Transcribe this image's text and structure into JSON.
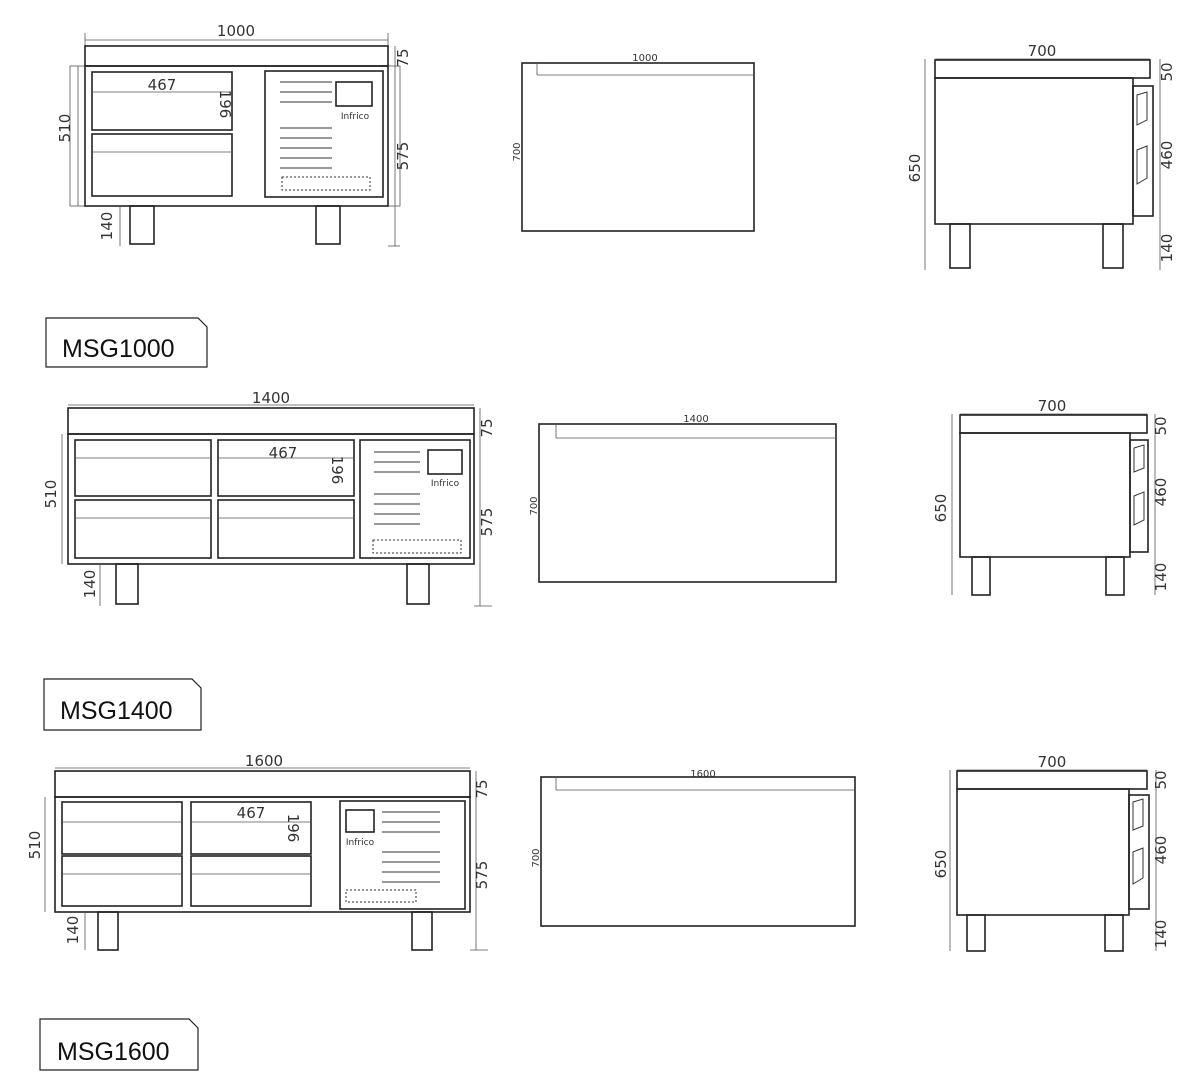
{
  "models": [
    {
      "name": "MSG1000",
      "front": {
        "width": "1000",
        "top_h": "75",
        "drawer_w": "467",
        "drawer_h": "196",
        "total_h": "510",
        "body_h": "575",
        "leg_h": "140",
        "brand": "Infrico"
      },
      "top": {
        "width": "1000",
        "depth": "700"
      },
      "side": {
        "depth": "700",
        "top_h": "50",
        "drawer_h": "460",
        "total_h": "650",
        "leg_h": "140"
      }
    },
    {
      "name": "MSG1400",
      "front": {
        "width": "1400",
        "top_h": "75",
        "drawer_w": "467",
        "drawer_h": "196",
        "total_h": "510",
        "body_h": "575",
        "leg_h": "140",
        "brand": "Infrico"
      },
      "top": {
        "width": "1400",
        "depth": "700"
      },
      "side": {
        "depth": "700",
        "top_h": "50",
        "drawer_h": "460",
        "total_h": "650",
        "leg_h": "140"
      }
    },
    {
      "name": "MSG1600",
      "front": {
        "width": "1600",
        "top_h": "75",
        "drawer_w": "467",
        "drawer_h": "196",
        "total_h": "510",
        "body_h": "575",
        "leg_h": "140",
        "brand": "Infrico"
      },
      "top": {
        "width": "1600",
        "depth": "700"
      },
      "side": {
        "depth": "700",
        "top_h": "50",
        "drawer_h": "460",
        "total_h": "650",
        "leg_h": "140"
      }
    }
  ]
}
